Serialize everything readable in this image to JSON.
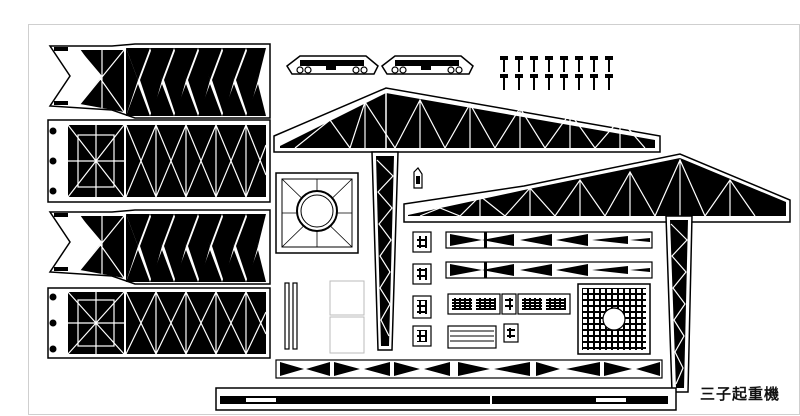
{
  "sheet": {
    "caption": "三子起重機",
    "colors": {
      "fret": "#ffffff",
      "etch": "#000000",
      "frame": "#cfcfcf"
    }
  },
  "parts": {
    "side_panels": 4,
    "bogies": 2,
    "hooks_per_row": 8,
    "hook_rows": 2,
    "tower_legs": 2,
    "jibs": 2,
    "short_diamond_strips": 2,
    "long_diamond_strips": 1
  }
}
